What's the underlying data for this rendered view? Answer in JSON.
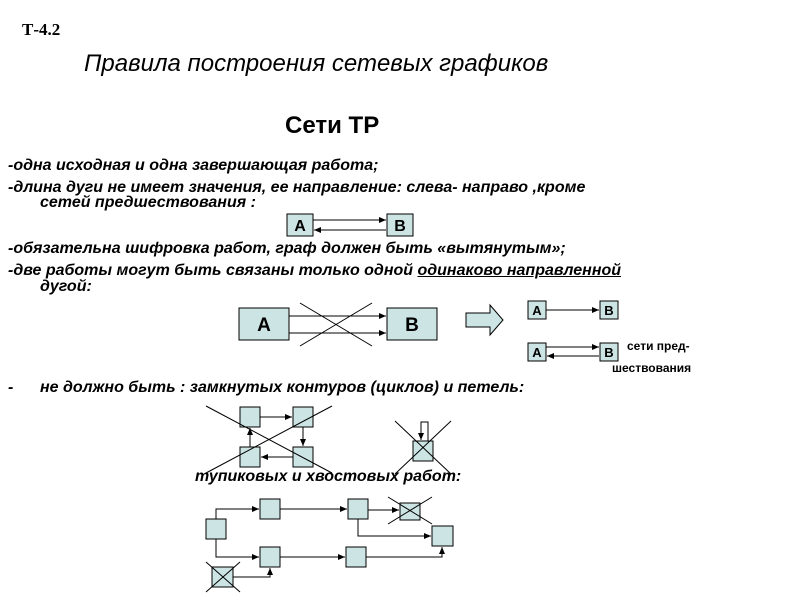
{
  "slide_code": "Т-4.2",
  "slide_title": "Правила построения сетевых графиков",
  "section_title": "Сети ТР",
  "rules": {
    "r1": "-одна  исходная и одна завершающая работа;",
    "r2_line1": "-длина дуги не имеет значения, ее направление: слева- направо ,кроме",
    "r2_line2": "сетей  предшествования :",
    "r3": "-обязательна шифровка работ, граф должен быть «вытянутым»;",
    "r4_line1_prefix": "-две работы  могут  быть связаны только одной ",
    "r4_line1_underlined": "одинаково направленной",
    "r4_line2": "дугой:",
    "r5_dash": "-",
    "r5": "не должно быть : замкнутых контуров (циклов) и петель:",
    "r6": "тупиковых и хвостовых работ:"
  },
  "node_labels": {
    "a": "A",
    "b": "B"
  },
  "caption": {
    "line1": "сети пред-",
    "line2": "шествования"
  }
}
